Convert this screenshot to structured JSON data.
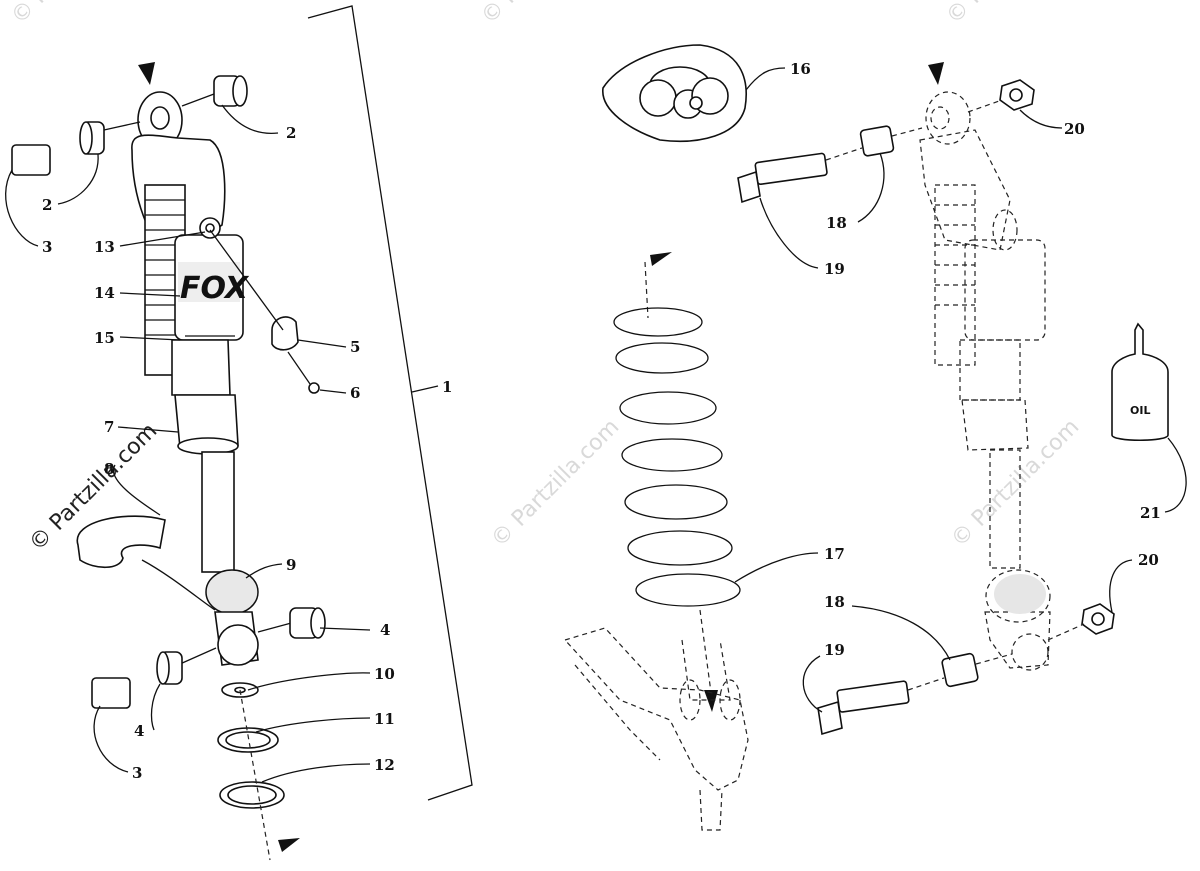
{
  "watermark": {
    "text": "© Partzilla.com"
  },
  "part_labels": {
    "p1": "1",
    "p2a": "2",
    "p2b": "2",
    "p3a": "3",
    "p3b": "3",
    "p4a": "4",
    "p4b": "4",
    "p5": "5",
    "p6": "6",
    "p7": "7",
    "p8": "8",
    "p9": "9",
    "p10": "10",
    "p11": "11",
    "p12": "12",
    "p13": "13",
    "p14": "14",
    "p15": "15",
    "p16": "16",
    "p17": "17",
    "p18a": "18",
    "p18b": "18",
    "p19a": "19",
    "p19b": "19",
    "p20a": "20",
    "p20b": "20",
    "p21": "21"
  },
  "oil_bottle_label": "OIL",
  "shock_logo_text": "FOX",
  "colors": {
    "line": "#111111",
    "watermark": "#d9d9d9"
  }
}
